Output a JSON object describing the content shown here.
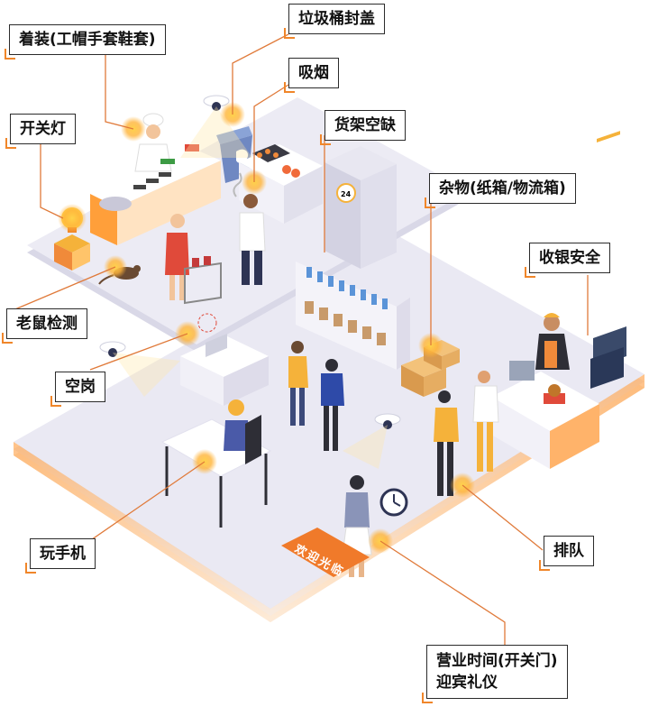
{
  "labels": {
    "uniform": "着装(工帽手套鞋套)",
    "trash_lid": "垃圾桶封盖",
    "smoking": "吸烟",
    "light_switch": "开关灯",
    "shelf_empty": "货架空缺",
    "debris": "杂物(纸箱/物流箱)",
    "cashier_safety": "收银安全",
    "rat_detection": "老鼠检测",
    "post_vacant": "空岗",
    "phone_play": "玩手机",
    "queue": "排队",
    "hours_line1": "营业时间(开关门)",
    "hours_line2": "迎宾礼仪"
  },
  "floor_mat_text": "欢迎光临",
  "fridge_sign": "24",
  "colors": {
    "accent_orange": "#f0862a",
    "glow_yellow": "#ffb43a",
    "floor": "#e9e8f3",
    "floor_edge": "#d5d3e6",
    "counter": "#ffffff",
    "line": "#e07a3a"
  },
  "icons": [
    "camera-icon",
    "clock-icon",
    "credit-card-icon",
    "bulb-icon",
    "rat-icon"
  ]
}
